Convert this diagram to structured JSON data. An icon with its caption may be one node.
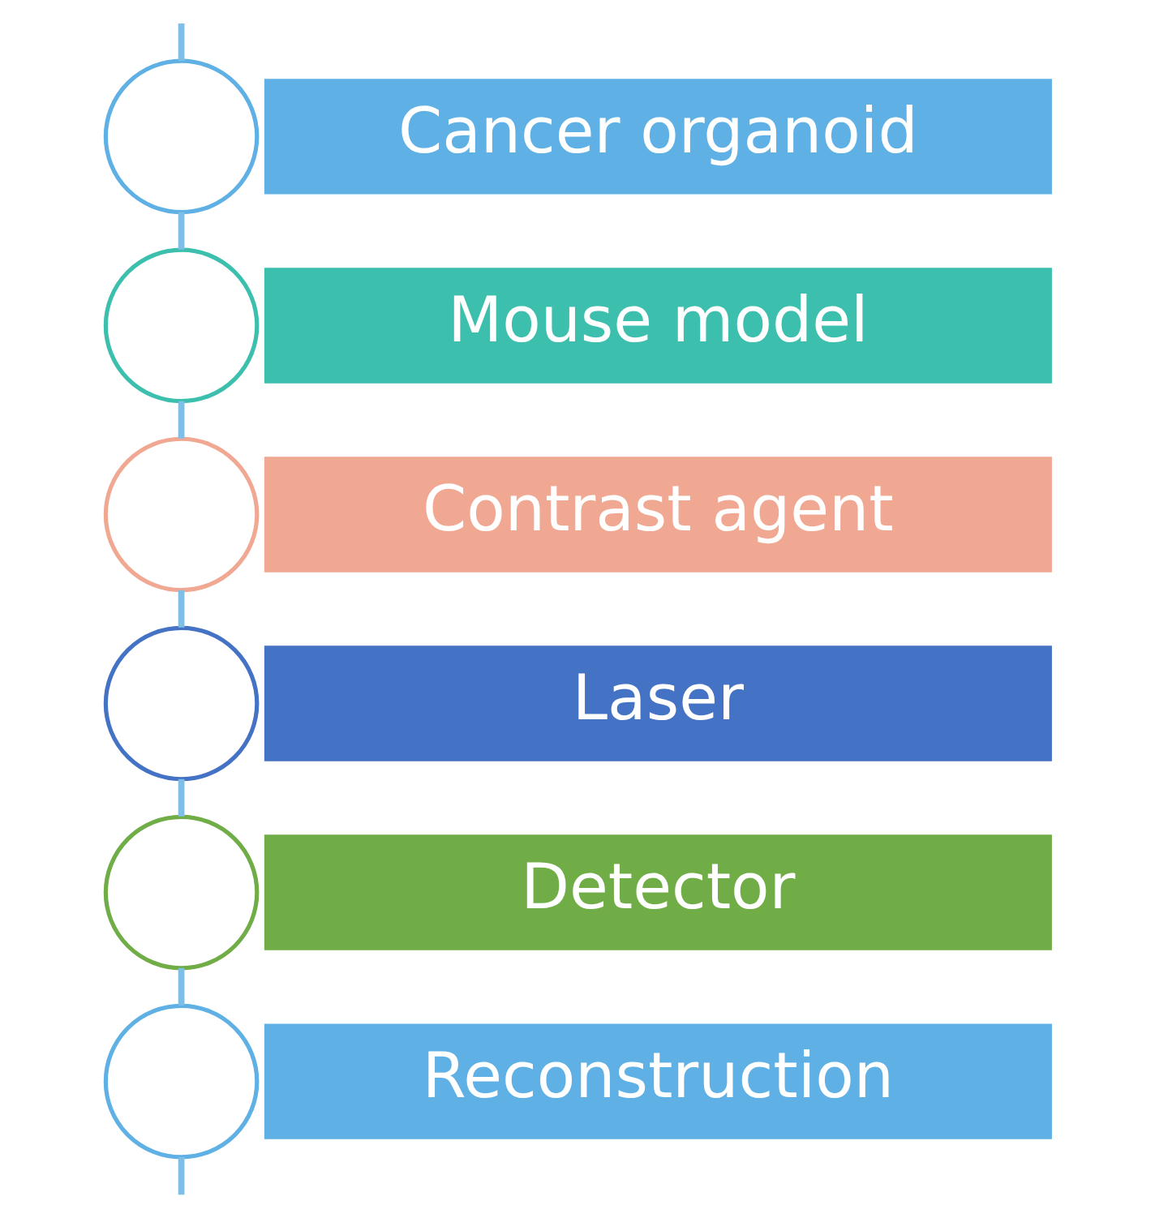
{
  "diagram": {
    "nodes": [
      {
        "text": [],
        "shape": "circle"
      },
      {
        "text": [
          "Cancer organoid"
        ]
      },
      {
        "text": [],
        "shape": "circle"
      },
      {
        "text": [
          "Mouse model"
        ]
      },
      {
        "text": [],
        "shape": "circle"
      },
      {
        "text": [
          "Contrast agent"
        ]
      },
      {
        "text": [],
        "shape": "circle"
      },
      {
        "text": [
          "Laser"
        ]
      },
      {
        "text": [],
        "shape": "circle"
      },
      {
        "text": [
          "Detector"
        ]
      },
      {
        "text": [],
        "shape": "circle"
      },
      {
        "text": [
          "Reconstruction"
        ]
      }
    ],
    "edges": [
      {
        "from": 0,
        "to": 2,
        "arrow": "none"
      },
      {
        "from": 2,
        "to": 4,
        "arrow": "none"
      },
      {
        "from": 4,
        "to": 6,
        "arrow": "none"
      },
      {
        "from": 6,
        "to": 8,
        "arrow": "none"
      },
      {
        "from": 8,
        "to": 10,
        "arrow": "none"
      },
      {
        "from": null,
        "to": 0,
        "arrow": "none"
      },
      {
        "from": 10,
        "to": null,
        "arrow": "none"
      }
    ]
  }
}
